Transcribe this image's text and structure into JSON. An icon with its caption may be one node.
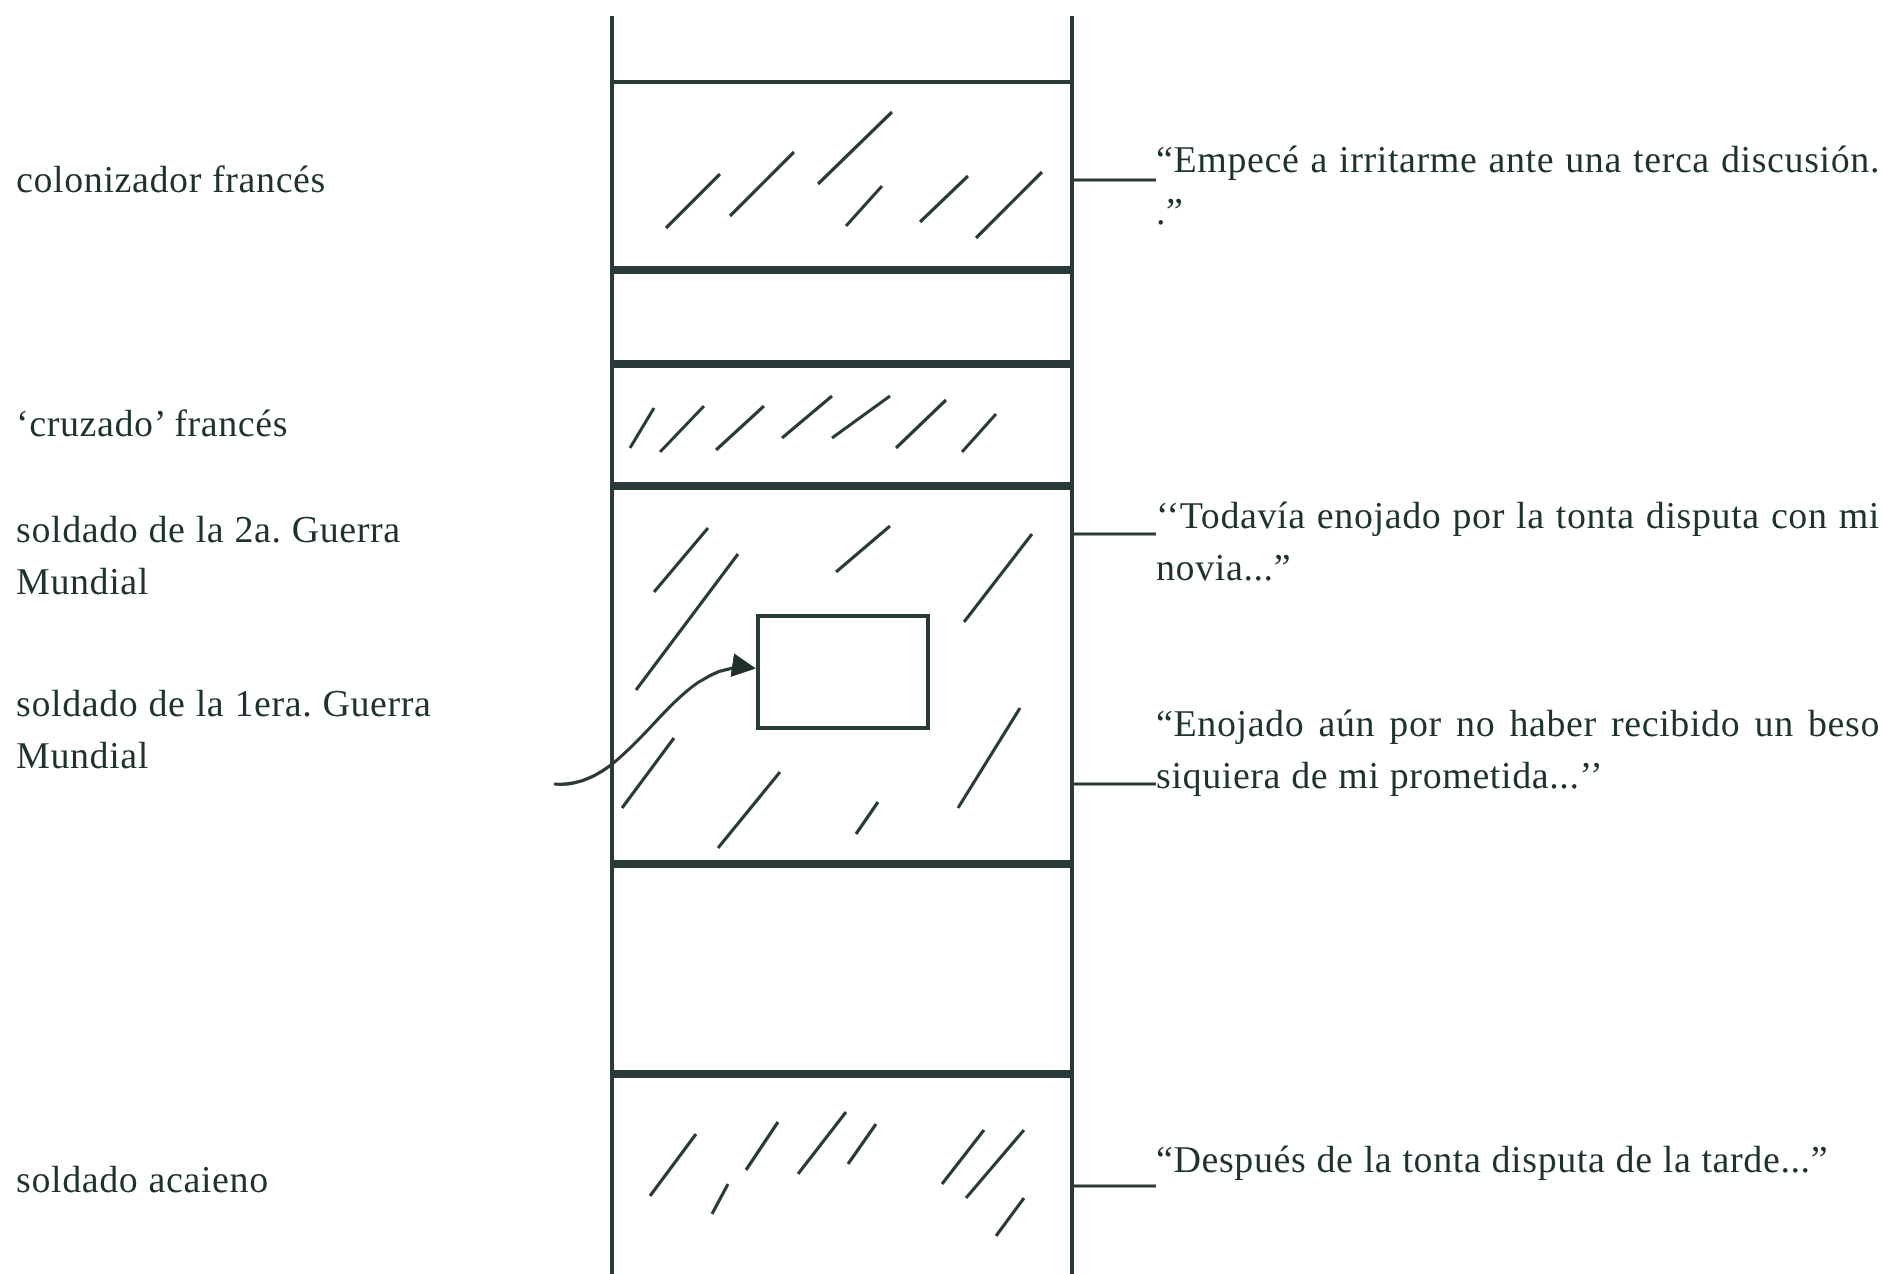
{
  "diagram": {
    "nodes": [
      {
        "text": [],
        "shape": "box"
      },
      {
        "text": [],
        "shape": "box",
        "in": 0
      },
      {
        "text": [],
        "shape": "box",
        "in": 0
      },
      {
        "text": [],
        "shape": "box",
        "in": 0
      },
      {
        "text": [],
        "shape": "box",
        "in": 0
      },
      {
        "text": [],
        "shape": "box",
        "in": 4
      },
      {
        "text": [],
        "shape": "box",
        "in": 0
      },
      {
        "text": [],
        "shape": "box",
        "in": 0
      },
      {
        "text": [
          "soldado de la 1era. Guerra Mundial"
        ]
      },
      {
        "text": [
          "“Empecé a irritarme ante una terca discusión. .”"
        ]
      },
      {
        "text": [
          "‘‘Todavía enojado por la tonta disputa con mi novia...”"
        ]
      },
      {
        "text": [
          "“Enojado aún por no haber recibido un beso siquiera de mi prometida...’’"
        ]
      },
      {
        "text": [
          "“Después de la tonta disputa de la tarde...”"
        ]
      }
    ],
    "edges": [
      {
        "from": 8,
        "to": 5,
        "arrow": "to"
      },
      {
        "from": 9,
        "to": 1,
        "arrow": "none"
      },
      {
        "from": 10,
        "to": 4,
        "arrow": "none"
      },
      {
        "from": 11,
        "to": 4,
        "arrow": "none"
      },
      {
        "from": 12,
        "to": 7,
        "arrow": "none"
      }
    ],
    "labels": [
      "colonizador francés",
      "‘cruzado’ francés",
      "soldado de la 2a. Guerra Mundial",
      "soldado acaieno"
    ]
  }
}
